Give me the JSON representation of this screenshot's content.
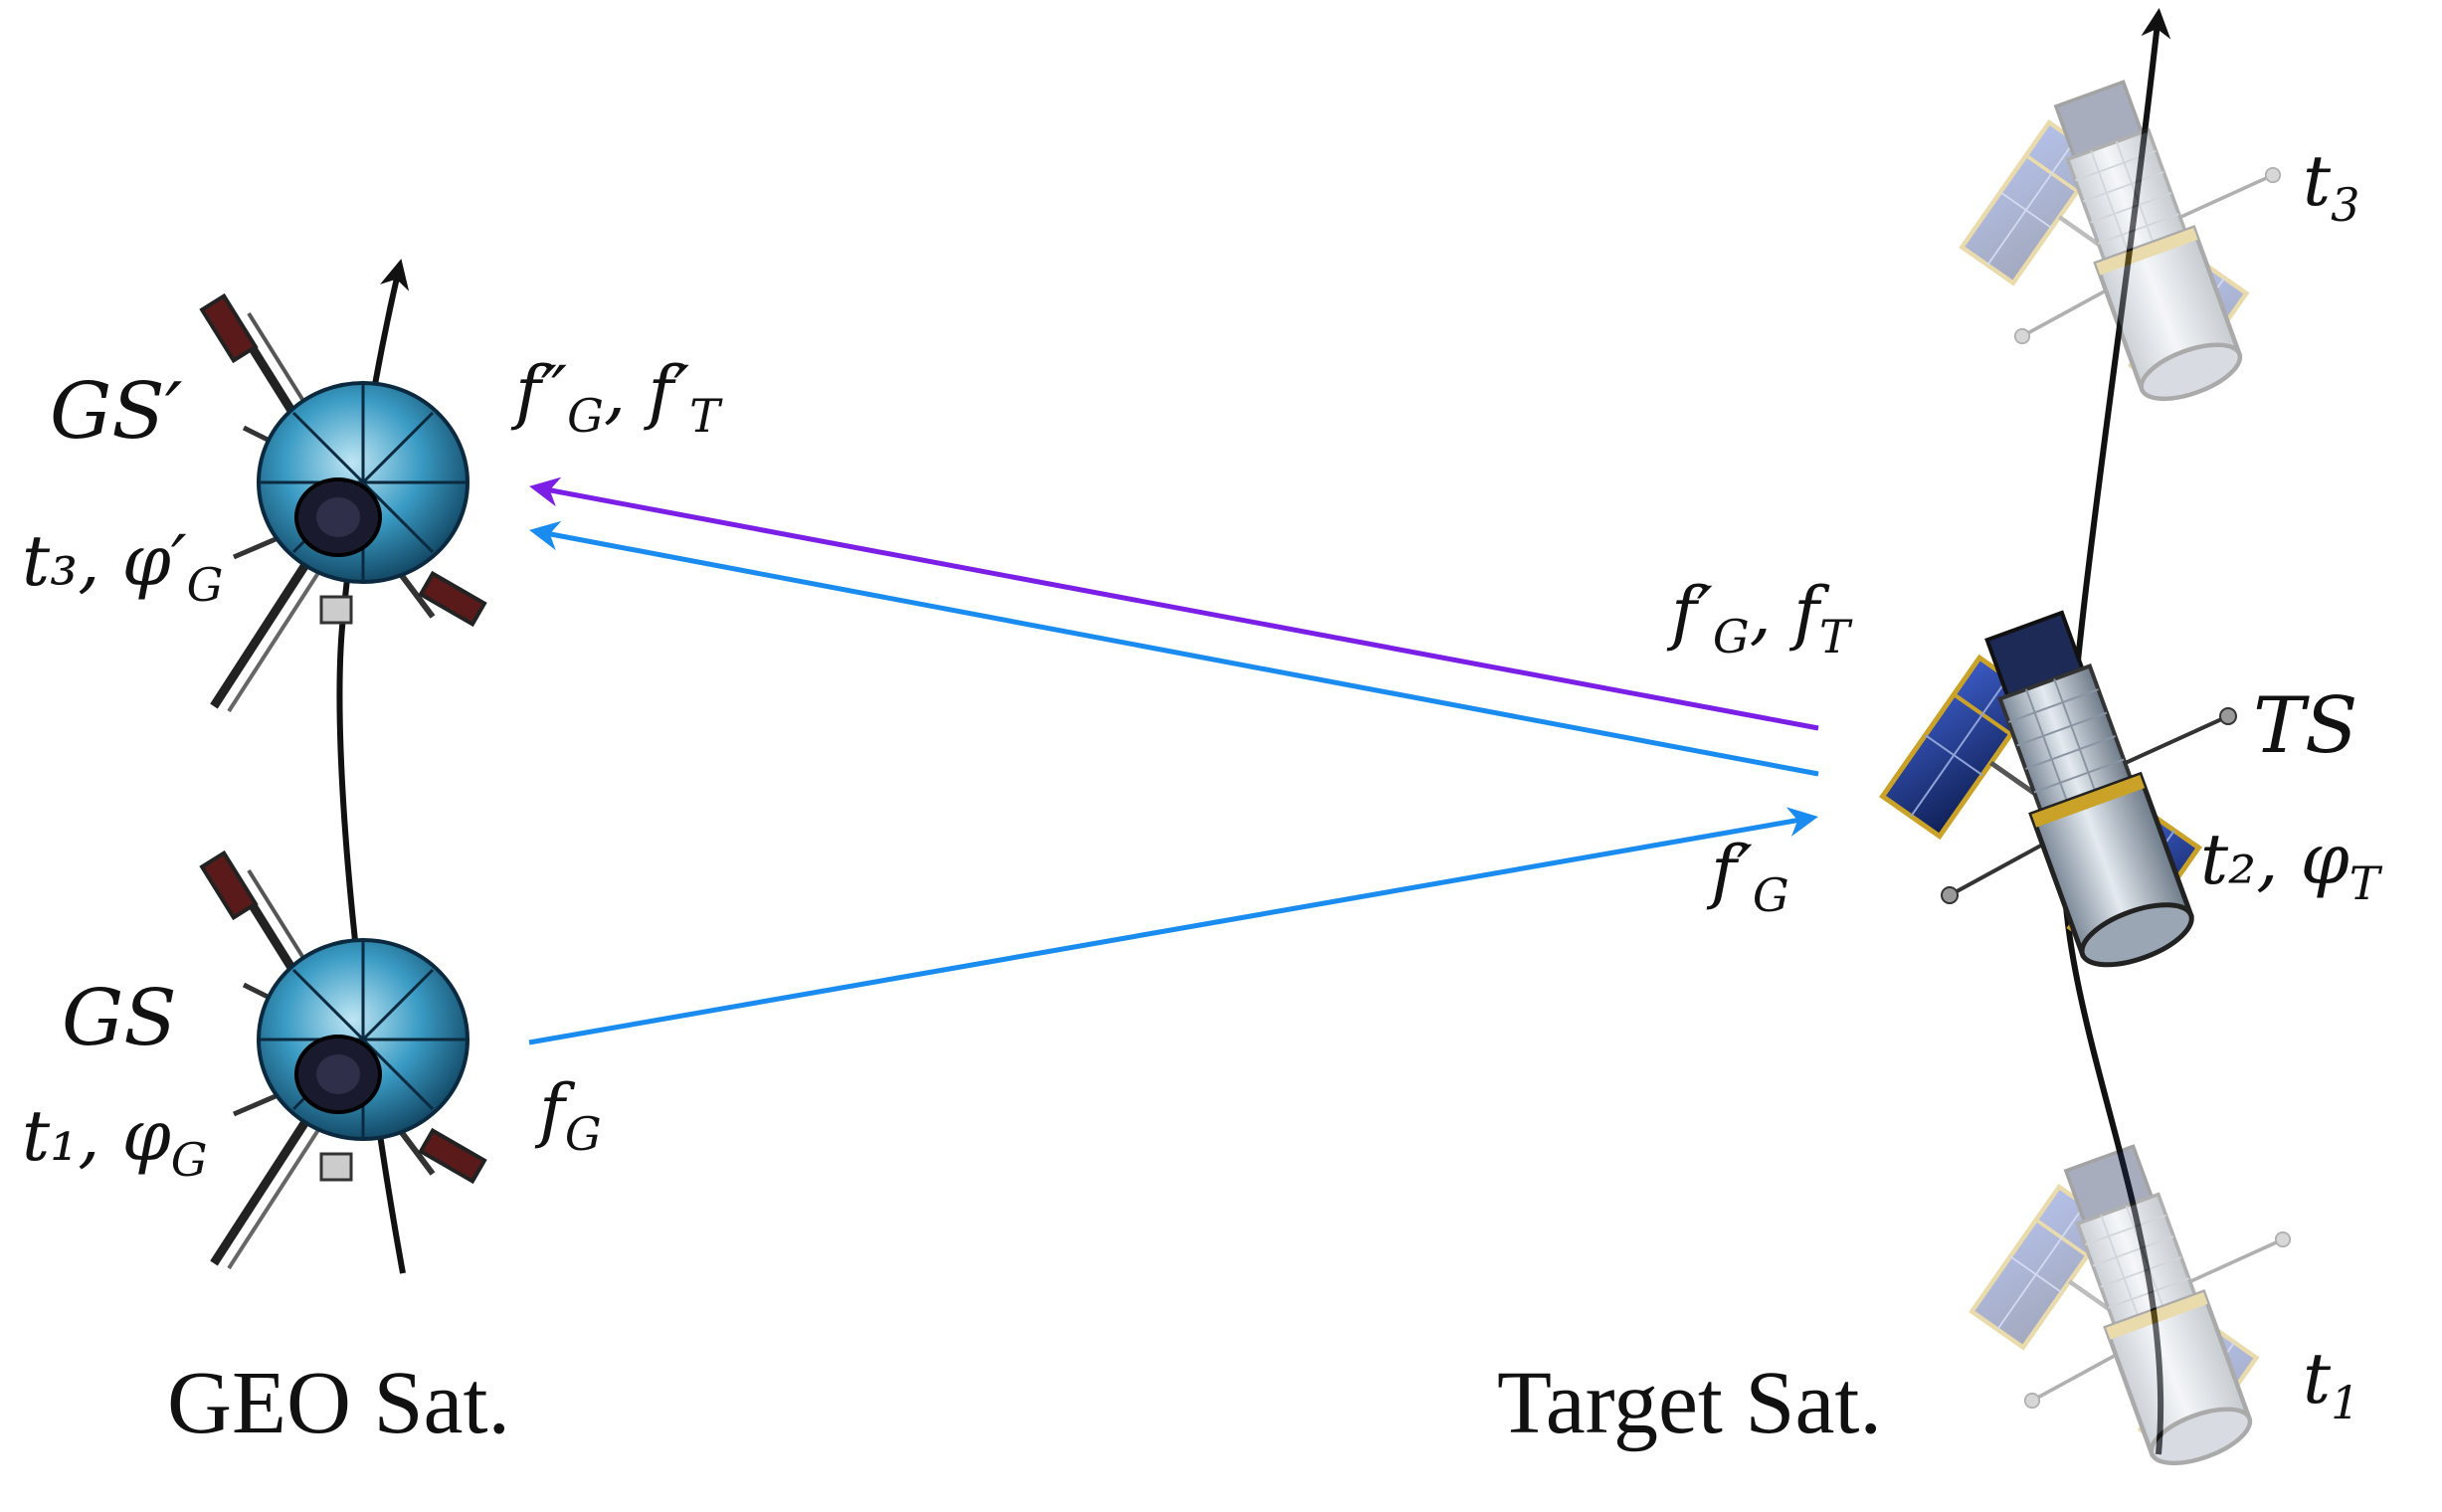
{
  "labels": {
    "gs_prime": "GS′",
    "gs_prime_time": "t₃, φ′",
    "gs_prime_time_sub": "G",
    "gs": "GS",
    "gs_time": "t₁, φ",
    "gs_time_sub": "G",
    "ts": "TS",
    "ts_time": "t₂, φ",
    "ts_time_sub": "T",
    "t3": "t",
    "t3_sub": "3",
    "t1": "t",
    "t1_sub": "1",
    "f_g": "f",
    "f_g_sub": "G",
    "f_g_prime": "f′",
    "f_g_prime_sub": "G",
    "return_a": "f′",
    "return_a_sub1": "G",
    "return_a_mid": ", f",
    "return_a_sub2": "T",
    "return_b": "f″",
    "return_b_sub1": "G",
    "return_b_mid": ", f′",
    "return_b_sub2": "T"
  },
  "captions": {
    "geo": "GEO Sat.",
    "target": "Target Sat."
  },
  "colors": {
    "blue_arrow": "#1a8cf0",
    "purple_arrow": "#7b1fe6",
    "orbit": "#111111",
    "geo_dish": "#3a9bc4",
    "target_body": "#b8c4d2",
    "target_panel": "#243f8f"
  },
  "icons": {
    "geo_satellite": "satellite-dish-icon",
    "target_satellite": "telescope-satellite-icon"
  }
}
